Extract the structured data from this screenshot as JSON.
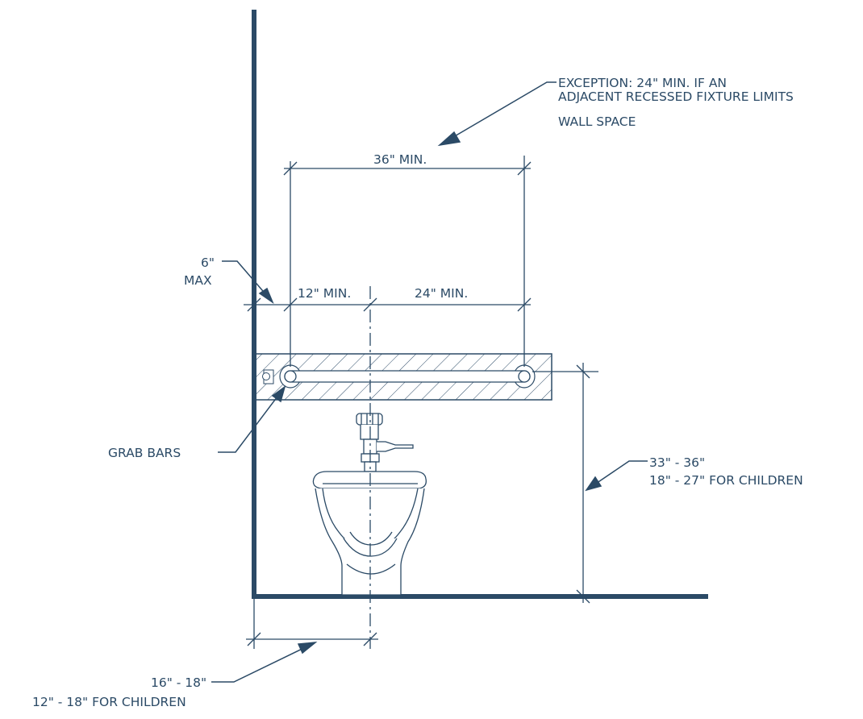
{
  "colors": {
    "ink": "#2b4a66",
    "wall": "#2b4a66",
    "background": "#ffffff"
  },
  "labels": {
    "exception_line1": "EXCEPTION: 24\" MIN. IF AN",
    "exception_line2": "ADJACENT RECESSED FIXTURE LIMITS",
    "exception_line3": "WALL SPACE",
    "overall_width": "36\" MIN.",
    "wall_offset_line1": "6\"",
    "wall_offset_line2": "MAX",
    "left_segment": "12\" MIN.",
    "right_segment": "24\" MIN.",
    "grab_bars": "GRAB BARS",
    "height_line1": "33\" - 36\"",
    "height_line2": "18\" - 27\" FOR CHILDREN",
    "centerline_line1": "16\" - 18\"",
    "centerline_line2": "12\" - 18\" FOR CHILDREN"
  }
}
